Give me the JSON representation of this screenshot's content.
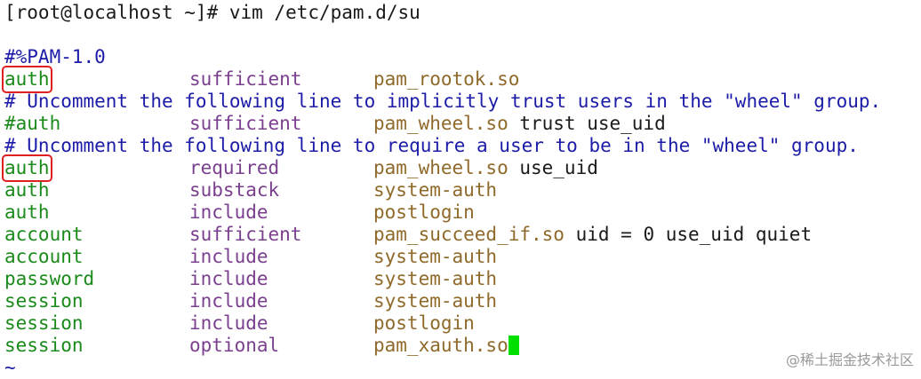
{
  "prompt": "[root@localhost ~]# vim /etc/pam.d/su",
  "header_comment": "#%PAM-1.0",
  "colors": {
    "type": "#1a8a1a",
    "control": "#7b3f8f",
    "module": "#8f6a2a",
    "comment": "#1c1ca8",
    "highlight": "#e02020",
    "cursor": "#00e000"
  },
  "lines": [
    {
      "kind": "rule",
      "type": "auth",
      "control": "sufficient",
      "module": "pam_rootok.so",
      "args": "",
      "highlighted": true
    },
    {
      "kind": "comment",
      "text": "# Uncomment the following line to implicitly trust users in the \"wheel\" group."
    },
    {
      "kind": "rule",
      "type": "#auth",
      "control": "sufficient",
      "module": "pam_wheel.so",
      "args": " trust use_uid",
      "commented": true
    },
    {
      "kind": "comment",
      "text": "# Uncomment the following line to require a user to be in the \"wheel\" group."
    },
    {
      "kind": "rule",
      "type": "auth",
      "control": "required",
      "module": "pam_wheel.so",
      "args": " use_uid",
      "highlighted": true
    },
    {
      "kind": "rule",
      "type": "auth",
      "control": "substack",
      "module": "system-auth",
      "args": ""
    },
    {
      "kind": "rule",
      "type": "auth",
      "control": "include",
      "module": "postlogin",
      "args": ""
    },
    {
      "kind": "rule",
      "type": "account",
      "control": "sufficient",
      "module": "pam_succeed_if.so",
      "args": " uid = 0 use_uid quiet"
    },
    {
      "kind": "rule",
      "type": "account",
      "control": "include",
      "module": "system-auth",
      "args": ""
    },
    {
      "kind": "rule",
      "type": "password",
      "control": "include",
      "module": "system-auth",
      "args": ""
    },
    {
      "kind": "rule",
      "type": "session",
      "control": "include",
      "module": "system-auth",
      "args": ""
    },
    {
      "kind": "rule",
      "type": "session",
      "control": "include",
      "module": "postlogin",
      "args": ""
    },
    {
      "kind": "rule",
      "type": "session",
      "control": "optional",
      "module": "pam_xauth.so",
      "args": "",
      "cursor": true
    }
  ],
  "tilde": "~",
  "watermark": "@稀土掘金技术社区"
}
